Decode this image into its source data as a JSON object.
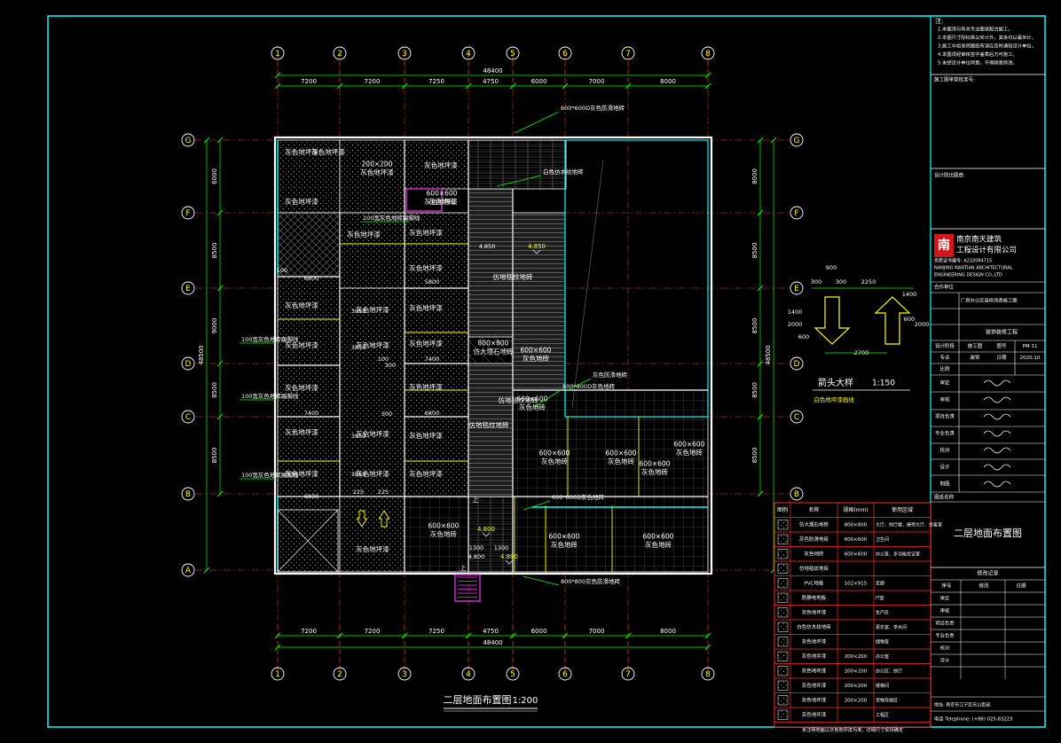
{
  "drawing": {
    "title": "二层地面布置图",
    "title_scale": "1:200",
    "total_dim": "48400",
    "col_labels": [
      "1",
      "2",
      "3",
      "4",
      "5",
      "6",
      "7",
      "8"
    ],
    "row_labels": [
      "G",
      "F",
      "E",
      "D",
      "C",
      "B",
      "A"
    ],
    "col_spacing": [
      "7200",
      "7200",
      "7250",
      "4750",
      "6000",
      "7000",
      "8000"
    ],
    "row_spacing_left": [
      "6000",
      "8500",
      "9000",
      "8500",
      "8500"
    ],
    "row_spacing_total": "48500",
    "row_spacing_right": [
      "8000",
      "8500",
      "8500",
      "8500",
      "8500"
    ],
    "misc_dims": [
      "100",
      "6800",
      "7400",
      "6800",
      "5800",
      "7400",
      "6800",
      "3950",
      "3850",
      "3950",
      "3850",
      "225",
      "100",
      "225",
      "1300",
      "1300",
      "4.800",
      "4.850",
      "900",
      "300",
      "300",
      "2250",
      "1400",
      "600",
      "2000",
      "1400",
      "600",
      "2000",
      "2700",
      "300",
      "300"
    ],
    "room_labels": [
      "灰色地坪漆",
      "灰色地坪漆",
      "200×200\n灰色地坪漆",
      "灰色地坪漆",
      "灰色地坪漆",
      "灰色地坪漆",
      "灰色地坪漆",
      "灰色地坪漆",
      "灰色地坪漆",
      "灰色地坪漆",
      "灰色地坪漆",
      "灰色地坪漆",
      "灰色地坪漆",
      "灰色地坪漆",
      "灰色地坪漆",
      "灰色地坪漆",
      "灰色地坪漆",
      "灰色地坪漆",
      "灰色地坪漆",
      "灰色地坪漆",
      "灰色地坪漆",
      "灰色地坪漆",
      "灰色地坪漆",
      "灰色地坪漆"
    ],
    "tile_labels": [
      "600×600\n灰色地砖",
      "600×600\n灰色地砖",
      "600×600\n灰色地砖",
      "600×600\n灰色地砖",
      "600×600\n灰色地砖",
      "600×600\n灰色地砖",
      "600×600\n灰色地砖",
      "600×600\n灰色地砖",
      "600×600\n灰色地砖"
    ],
    "special_labels": [
      "仿地毯纹地砖",
      "仿地毯纹地砖",
      "仿地毯纹地砖",
      "800×800\n仿大理石地砖",
      "600×600\n灰色地砖"
    ],
    "callouts": [
      "600*600D灰色防滑地砖",
      "800*800D灰色地砖",
      "600*600D灰色地砖",
      "800*800灰色防滑地砖",
      "100宽灰色地砖踢脚线",
      "100宽灰色地砖踢脚线",
      "100宽灰色地砖踢脚线",
      "100宽灰色地砖踢脚线",
      "白色仿木纹地砖",
      "灰色防滑地砖"
    ],
    "elevations": [
      "4.850",
      "4.800",
      "4.800"
    ],
    "up_marks": [
      "上",
      "上"
    ],
    "arrow_detail_title": "箭头大样",
    "arrow_detail_scale": "1:150",
    "arrow_detail_note": "白色地坪漆画线"
  },
  "legend": {
    "headers": [
      "图例",
      "名称",
      "规格(mm)",
      "使用区域"
    ],
    "rows": [
      [
        "仿大理石地砖",
        "800×800",
        "大厅、前厅楼、接待大厅、会客室"
      ],
      [
        "灰色防滑地砖",
        "600×600",
        "卫生间"
      ],
      [
        "灰色地砖",
        "600×600",
        "办公室、多功能会议室"
      ],
      [
        "仿地毯纹地砖",
        "",
        ""
      ],
      [
        "PVC地板",
        "102×915",
        "走廊"
      ],
      [
        "防静电地板",
        "",
        "IT室"
      ],
      [
        "灰色地坪漆",
        "",
        "生产区"
      ],
      [
        "白色仿木纹地砖",
        "",
        "更衣室、茶水间"
      ],
      [
        "灰色地坪漆",
        "",
        "储物室"
      ],
      [
        "灰色地坪漆",
        "200×200",
        "办公室"
      ],
      [
        "灰色地坪漆",
        "200×200",
        "办公区、前厅"
      ],
      [
        "灰色地坪漆",
        "200×200",
        "楼梯间"
      ],
      [
        "灰色地坪漆",
        "200×200",
        "货物存放区"
      ],
      [
        "灰色地坪漆",
        "",
        "工程区"
      ]
    ],
    "footer": "未注明地面以灰色地坪漆为准，详细尺寸现场确定"
  },
  "title_block": {
    "notes_label": "注:",
    "notes": [
      "1.本图须与有关专业图纸配合施工。",
      "2.本图尺寸除标高以米计外，其余均以毫米计。",
      "3.施工中如发现图纸有误应及时通知设计单位。",
      "4.本图须经审核签字盖章后方可施工。",
      "5.未经设计单位同意，不得随意修改。"
    ],
    "sect_label_1": "施工图审查批准号:",
    "sect_label_2": "设计院出图章:",
    "logo_glyph": "南",
    "company_cn_1": "南京南天建筑",
    "company_cn_2": "工程设计有限公司",
    "cert_line": "资质证书编号: A232084715",
    "company_en_1": "NANJING NANTIAN ARCHITECTURAL",
    "company_en_2": "ENGINEERING DESIGN CO.,LTD",
    "project_label": "合作单位",
    "project_name": "厂房办公区装修改造施工图",
    "subproject": "装饰装修工程",
    "rows": [
      [
        "设计阶段",
        "施工图",
        "图号",
        "PM-11"
      ],
      [
        "专业",
        "装饰",
        "日期",
        "2020.10"
      ],
      [
        "比例",
        "",
        "",
        " "
      ]
    ],
    "sign_roles": [
      "审定",
      "审核",
      "项目负责",
      "专业负责",
      "校对",
      "设计",
      "制图"
    ],
    "drawing_name_label": "图纸名称",
    "drawing_name": "二层地面布置图",
    "revision_title": "修改记录",
    "revision_headers": [
      "序号",
      "修改",
      "日期"
    ],
    "revision_side": [
      "审定",
      "审核",
      "项目负责",
      "专业负责",
      "校对",
      "设计"
    ],
    "address": "地址: 南京市江宁区东山街道",
    "phone": "电话 Telephone: (+86) 025-83223"
  },
  "colors": {
    "background": "#000000",
    "frame": "#00ffff",
    "grid": "#ff3b3b",
    "wall": "#ffffff",
    "leader": "#00ff00",
    "text_yellow": "#ffff00",
    "magenta": "#ff33ff",
    "red_table": "#ff2a2a"
  }
}
